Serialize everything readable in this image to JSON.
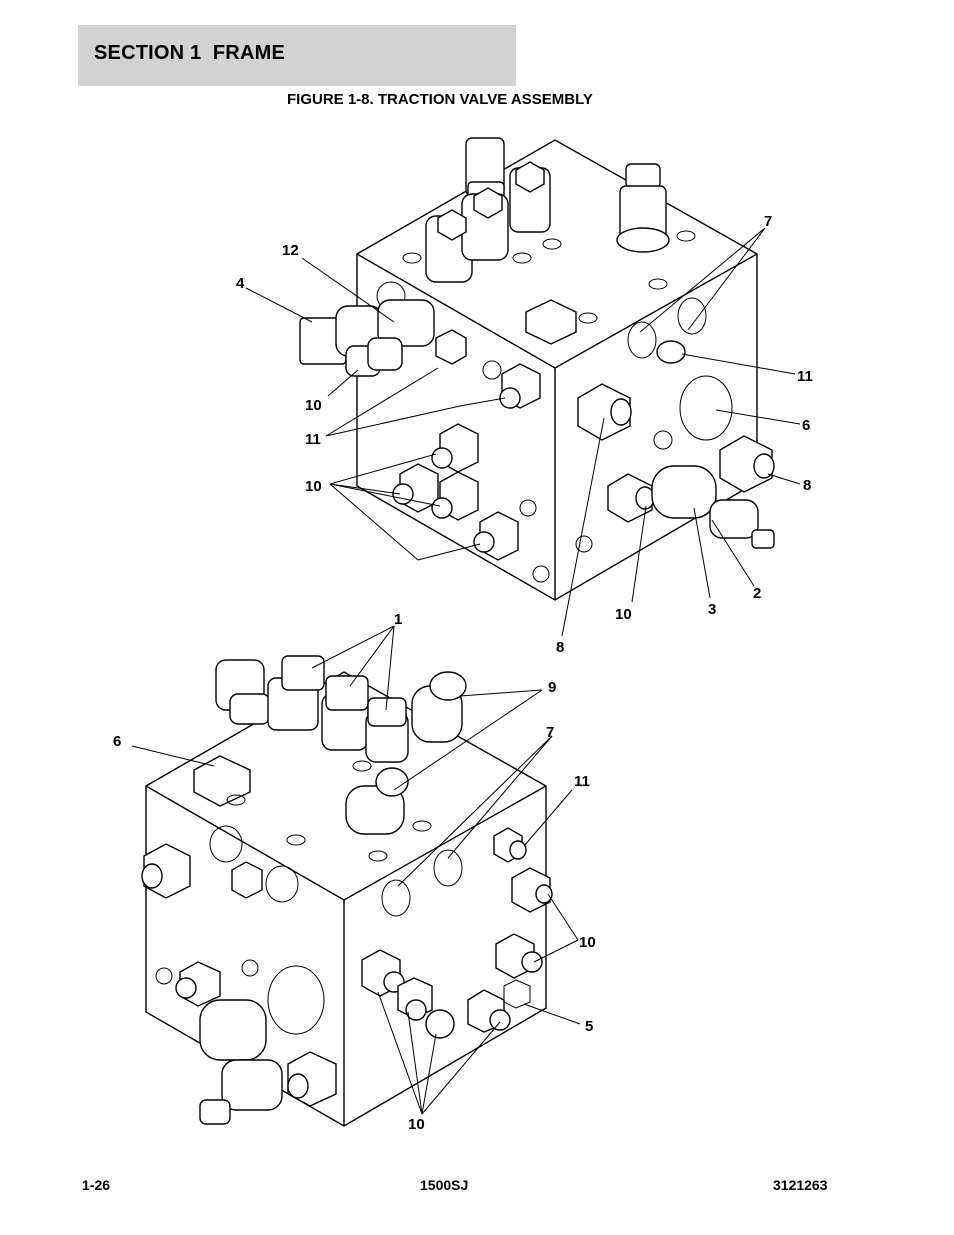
{
  "header": {
    "section_title": "SECTION 1  FRAME"
  },
  "figure": {
    "title": "FIGURE 1-8. TRACTION VALVE ASSEMBLY",
    "callouts_top": [
      "12",
      "4",
      "10",
      "11",
      "10",
      "7",
      "11",
      "6",
      "8",
      "2",
      "3",
      "10",
      "8"
    ],
    "callouts_bottom": [
      "1",
      "9",
      "6",
      "7",
      "11",
      "10",
      "5",
      "10"
    ]
  },
  "footer": {
    "page": "1-26",
    "model": "1500SJ",
    "doc_number": "3121263"
  }
}
